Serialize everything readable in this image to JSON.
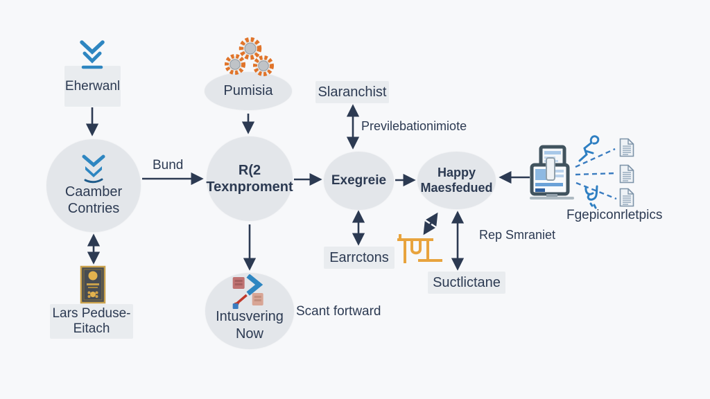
{
  "nodes": {
    "eherwanl": {
      "label": "Eherwanl"
    },
    "caamber": {
      "line1": "Caamber",
      "line2": "Contries"
    },
    "pumisia": {
      "label": "Pumisia"
    },
    "texnproment": {
      "line1": "R(2",
      "line2": "Texnproment"
    },
    "slaranchist": {
      "label": "Slaranchist"
    },
    "exegreie": {
      "label": "Exegreie"
    },
    "earrctons": {
      "label": "Earrctons"
    },
    "happy": {
      "line1": "Happy",
      "line2": "Maesfedued"
    },
    "suctlictane": {
      "label": "Suctlictane"
    },
    "lars": {
      "line1": "Lars Peduse-",
      "line2": "Eitach"
    },
    "intusvering": {
      "line1": "Intusvering",
      "line2": "Now"
    }
  },
  "labels": {
    "bund": "Bund",
    "previlebationimiote": "Previlebationimiote",
    "rep_smraniet": "Rep Smraniet",
    "fgepiconrletpics": "Fgepiconrletpics",
    "scant_fortward": "Scant fortward"
  },
  "icons": {
    "double_chevron_down": "stacked blue chevrons with underline",
    "chevron_arrow_down": "blue chevron arrow stack inside circle",
    "gears": "three orange gears",
    "monitor": "tablet/monitor with blue screen content",
    "document": "paper sheet with text lines (x3)",
    "book": "dark book cover with gold emblems",
    "bench": "yellow outlined bench/table",
    "squiggle_top": "blue scribble glyph",
    "squiggle_bottom": "blue scribble glyph",
    "chevron_right": "blue > chevron",
    "red_arrow": "red diagonal arrow with cubes"
  },
  "colors": {
    "background": "#f7f8fa",
    "node_fill": "#e3e6ea",
    "box_fill": "#e9ecef",
    "text": "#2c3a52",
    "arrow": "#2c3a52",
    "accent_blue": "#2e86c1",
    "dashed_blue": "#3a7cc0",
    "gear_orange": "#e0742a",
    "bench_yellow": "#e8a33d",
    "book_gold": "#e2b24e"
  }
}
